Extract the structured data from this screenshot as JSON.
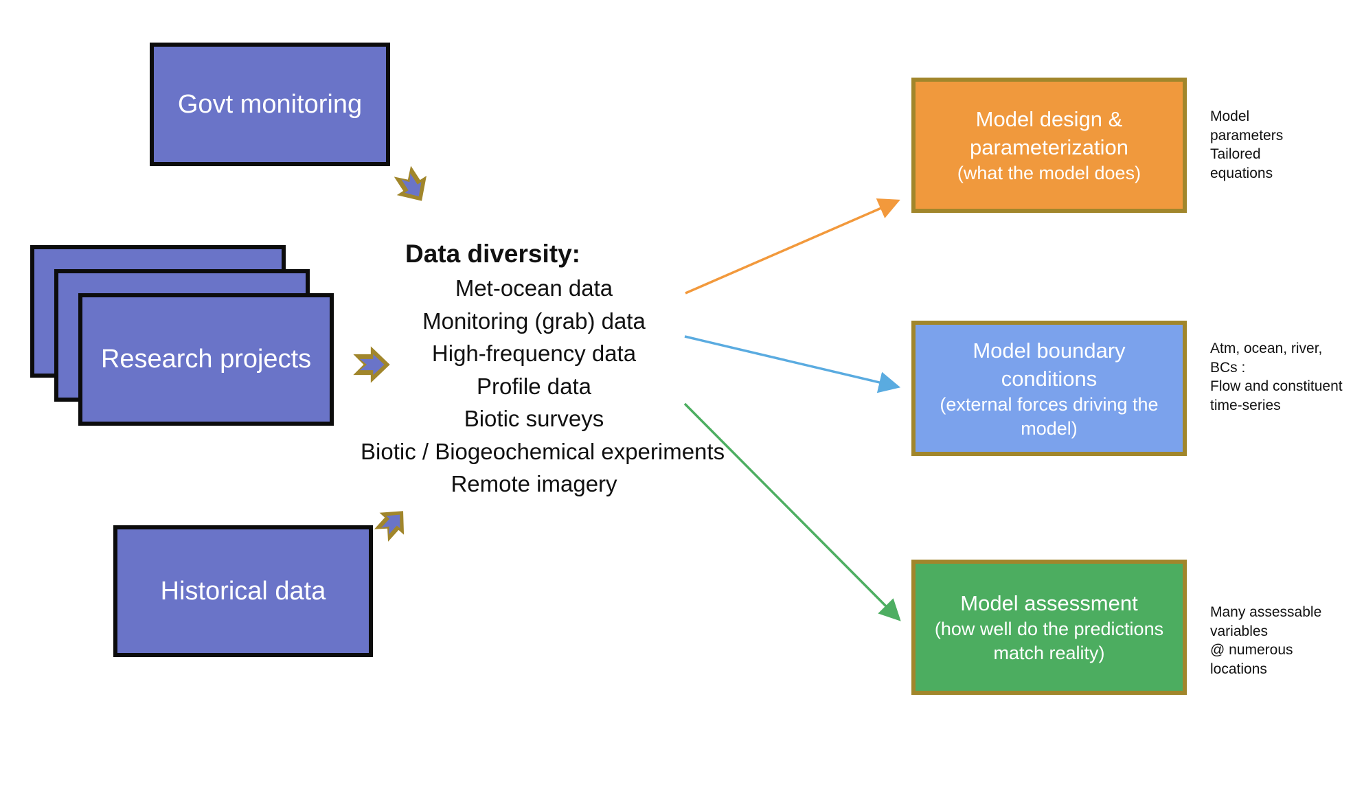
{
  "sources": {
    "govt": {
      "label": "Govt monitoring"
    },
    "research": {
      "label": "Research projects"
    },
    "historical": {
      "label": "Historical data"
    }
  },
  "diversity": {
    "heading": "Data diversity:",
    "items": [
      "Met-ocean data",
      "Monitoring (grab) data",
      "High-frequency data",
      "Profile data",
      "Biotic surveys",
      "Biotic / Biogeochemical experiments",
      "Remote imagery"
    ]
  },
  "models": [
    {
      "title": "Model design &\nparameterization",
      "caption": "(what the model does)",
      "annotation": "Model\nparameters\nTailored\nequations"
    },
    {
      "title": "Model boundary\nconditions",
      "caption": "(external forces driving the\nmodel)",
      "annotation": "Atm, ocean, river,\nBCs :\nFlow and constituent\ntime-series"
    },
    {
      "title": "Model assessment",
      "caption": "(how well do the predictions\nmatch reality)",
      "annotation": "Many assessable\nvariables\n@ numerous\nlocations"
    }
  ],
  "colors": {
    "source_box_fill": "#6A74C8",
    "source_box_border": "#0c0c0c",
    "gold_arrow": "#A1862B",
    "model_border": "#A1862B",
    "model_design_fill": "#F0993D",
    "model_boundary_fill": "#7BA2EC",
    "model_assessment_fill": "#4CAD60",
    "connector_design": "#F2993C",
    "connector_boundary": "#5AABE0",
    "connector_assessment": "#4DAE61",
    "text_dark": "#111111",
    "text_light": "#ffffff"
  }
}
